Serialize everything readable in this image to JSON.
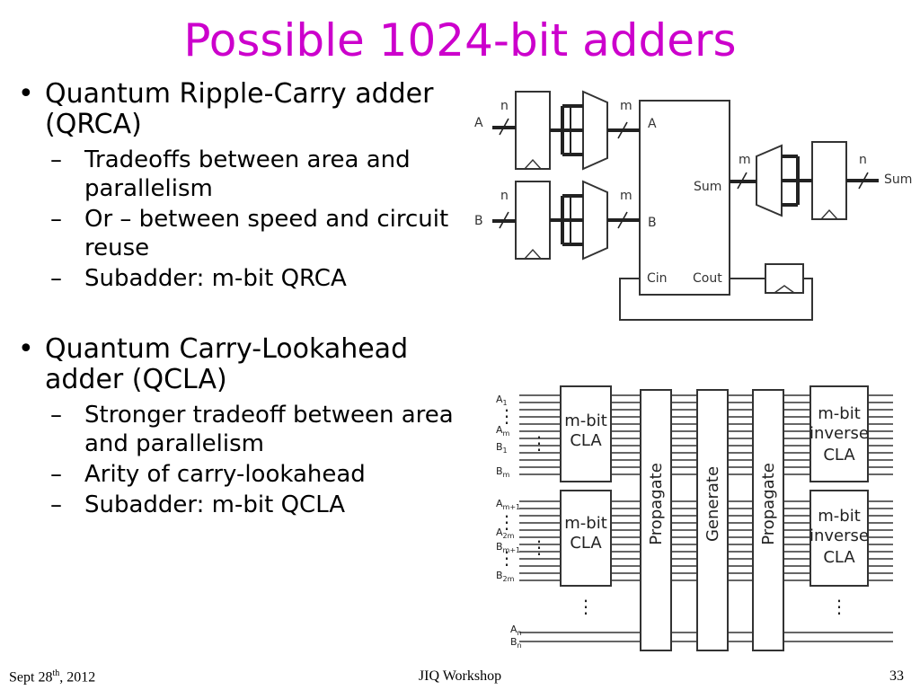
{
  "slide": {
    "title": "Possible 1024-bit adders",
    "page_number": "33"
  },
  "bullets": [
    {
      "marker": "•",
      "text": "Quantum Ripple-Carry adder (QRCA)",
      "subs": [
        {
          "dash": "–",
          "text": "Tradeoffs between area and parallelism"
        },
        {
          "dash": "–",
          "text": "Or – between speed and circuit reuse"
        },
        {
          "dash": "–",
          "text": "Subadder: m-bit QRCA"
        }
      ]
    },
    {
      "marker": "•",
      "text": "Quantum Carry-Lookahead adder (QCLA)",
      "subs": [
        {
          "dash": "–",
          "text": "Stronger tradeoff between area and parallelism"
        },
        {
          "dash": "–",
          "text": "Arity of carry-lookahead"
        },
        {
          "dash": "–",
          "text": "Subadder: m-bit QCLA"
        }
      ]
    }
  ],
  "qrca_diagram": {
    "input_a": "A",
    "input_b": "B",
    "width_n": "n",
    "width_m": "m",
    "port_a": "A",
    "port_b": "B",
    "port_sum": "Sum",
    "port_cin": "Cin",
    "port_cout": "Cout",
    "output_sum": "Sum"
  },
  "qcla_diagram": {
    "group1_inputs": {
      "a_first": "A",
      "a_first_sub": "1",
      "a_last": "A",
      "a_last_sub": "m",
      "b_first": "B",
      "b_first_sub": "1",
      "b_last": "B",
      "b_last_sub": "m"
    },
    "group2_inputs": {
      "a_first": "A",
      "a_first_sub": "m+1",
      "a_last": "A",
      "a_last_sub": "2m",
      "b_first": "B",
      "b_first_sub": "m+1",
      "b_last": "B",
      "b_last_sub": "2m"
    },
    "group_n_inputs": {
      "a": "A",
      "a_sub": "n",
      "b": "B",
      "b_sub": "n"
    },
    "cla_block_line1": "m-bit",
    "cla_block_line2": "CLA",
    "inverse_block_line1": "m-bit",
    "inverse_block_line2": "inverse",
    "inverse_block_line3": "CLA",
    "propagate_label": "Propagate",
    "generate_label": "Generate",
    "propagate2_label": "Propagate",
    "ellipsis": "⋮"
  },
  "footer": {
    "date_prefix": "Sept 28",
    "date_sup": "th",
    "date_suffix": ", 2012",
    "center": "JIQ Workshop"
  }
}
